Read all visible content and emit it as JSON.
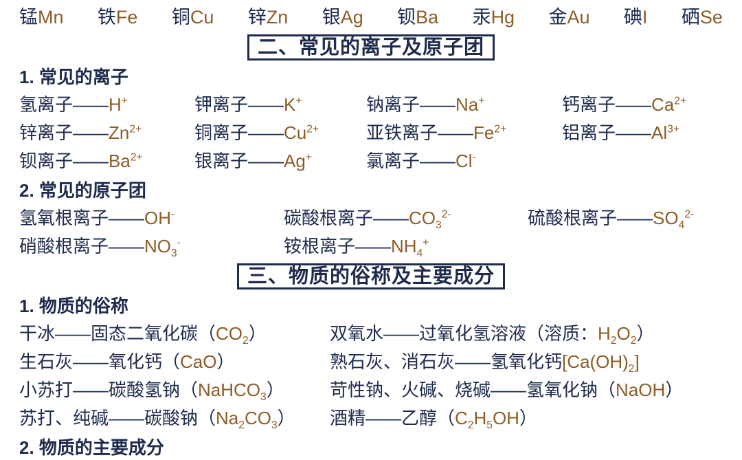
{
  "colors": {
    "navy": "#1e2b4d",
    "brown": "#8d5c26"
  },
  "elements": [
    [
      {
        "c": "cn",
        "r": [
          [
            "t",
            "锰"
          ]
        ]
      },
      {
        "c": "fm",
        "r": [
          [
            "t",
            "Mn"
          ]
        ]
      }
    ],
    [
      {
        "c": "cn",
        "r": [
          [
            "t",
            "铁"
          ]
        ]
      },
      {
        "c": "fm",
        "r": [
          [
            "t",
            "Fe"
          ]
        ]
      }
    ],
    [
      {
        "c": "cn",
        "r": [
          [
            "t",
            "铜"
          ]
        ]
      },
      {
        "c": "fm",
        "r": [
          [
            "t",
            "Cu"
          ]
        ]
      }
    ],
    [
      {
        "c": "cn",
        "r": [
          [
            "t",
            "锌"
          ]
        ]
      },
      {
        "c": "fm",
        "r": [
          [
            "t",
            "Zn"
          ]
        ]
      }
    ],
    [
      {
        "c": "cn",
        "r": [
          [
            "t",
            "银"
          ]
        ]
      },
      {
        "c": "fm",
        "r": [
          [
            "t",
            "Ag"
          ]
        ]
      }
    ],
    [
      {
        "c": "cn",
        "r": [
          [
            "t",
            "钡"
          ]
        ]
      },
      {
        "c": "fm",
        "r": [
          [
            "t",
            "Ba"
          ]
        ]
      }
    ],
    [
      {
        "c": "cn",
        "r": [
          [
            "t",
            "汞"
          ]
        ]
      },
      {
        "c": "fm",
        "r": [
          [
            "t",
            "Hg"
          ]
        ]
      }
    ],
    [
      {
        "c": "cn",
        "r": [
          [
            "t",
            "金"
          ]
        ]
      },
      {
        "c": "fm",
        "r": [
          [
            "t",
            "Au"
          ]
        ]
      }
    ],
    [
      {
        "c": "cn",
        "r": [
          [
            "t",
            "碘"
          ]
        ]
      },
      {
        "c": "fm",
        "r": [
          [
            "t",
            "I"
          ]
        ]
      }
    ],
    [
      {
        "c": "cn",
        "r": [
          [
            "t",
            "硒"
          ]
        ]
      },
      {
        "c": "fm",
        "r": [
          [
            "t",
            "Se"
          ]
        ]
      }
    ]
  ],
  "ions_section": {
    "box_title": "二、常见的离子及原子团",
    "ions_heading": "1. 常见的离子",
    "ion_rows": [
      [
        [
          {
            "c": "cn",
            "r": [
              [
                "t",
                "氢离子——"
              ]
            ]
          },
          {
            "c": "fm",
            "r": [
              [
                "t",
                "H"
              ],
              [
                "p",
                "+"
              ]
            ]
          }
        ],
        [
          {
            "c": "cn",
            "r": [
              [
                "t",
                "钾离子——"
              ]
            ]
          },
          {
            "c": "fm",
            "r": [
              [
                "t",
                "K"
              ],
              [
                "p",
                "+"
              ]
            ]
          }
        ],
        [
          {
            "c": "cn",
            "r": [
              [
                "t",
                "钠离子——"
              ]
            ]
          },
          {
            "c": "fm",
            "r": [
              [
                "t",
                "Na"
              ],
              [
                "p",
                "+"
              ]
            ]
          }
        ],
        [
          {
            "c": "cn",
            "r": [
              [
                "t",
                "钙离子——"
              ]
            ]
          },
          {
            "c": "fm",
            "r": [
              [
                "t",
                "Ca"
              ],
              [
                "p",
                "2+"
              ]
            ]
          }
        ]
      ],
      [
        [
          {
            "c": "cn",
            "r": [
              [
                "t",
                "锌离子——"
              ]
            ]
          },
          {
            "c": "fm",
            "r": [
              [
                "t",
                "Zn"
              ],
              [
                "p",
                "2+"
              ]
            ]
          }
        ],
        [
          {
            "c": "cn",
            "r": [
              [
                "t",
                "铜离子——"
              ]
            ]
          },
          {
            "c": "fm",
            "r": [
              [
                "t",
                "Cu"
              ],
              [
                "p",
                "2+"
              ]
            ]
          }
        ],
        [
          {
            "c": "cn",
            "r": [
              [
                "t",
                "亚铁离子——"
              ]
            ]
          },
          {
            "c": "fm",
            "r": [
              [
                "t",
                "Fe"
              ],
              [
                "p",
                "2+"
              ]
            ]
          }
        ],
        [
          {
            "c": "cn",
            "r": [
              [
                "t",
                "铝离子——"
              ]
            ]
          },
          {
            "c": "fm",
            "r": [
              [
                "t",
                "Al"
              ],
              [
                "p",
                "3+"
              ]
            ]
          }
        ]
      ],
      [
        [
          {
            "c": "cn",
            "r": [
              [
                "t",
                "钡离子——"
              ]
            ]
          },
          {
            "c": "fm",
            "r": [
              [
                "t",
                "Ba"
              ],
              [
                "p",
                "2+"
              ]
            ]
          }
        ],
        [
          {
            "c": "cn",
            "r": [
              [
                "t",
                "银离子——"
              ]
            ]
          },
          {
            "c": "fm",
            "r": [
              [
                "t",
                "Ag"
              ],
              [
                "p",
                "+"
              ]
            ]
          }
        ],
        [
          {
            "c": "cn",
            "r": [
              [
                "t",
                "氯离子——"
              ]
            ]
          },
          {
            "c": "fm",
            "r": [
              [
                "t",
                "Cl"
              ],
              [
                "p",
                "-"
              ]
            ]
          }
        ]
      ]
    ],
    "radicals_heading": "2. 常见的原子团",
    "radical_rows": [
      [
        [
          {
            "c": "cn",
            "r": [
              [
                "t",
                "氢氧根离子——"
              ]
            ]
          },
          {
            "c": "fm",
            "r": [
              [
                "t",
                "OH"
              ],
              [
                "p",
                "-"
              ]
            ]
          }
        ],
        [
          {
            "c": "cn",
            "r": [
              [
                "t",
                "碳酸根离子——"
              ]
            ]
          },
          {
            "c": "fm",
            "r": [
              [
                "t",
                "CO"
              ],
              [
                "s",
                "3"
              ],
              [
                "p",
                "2-"
              ]
            ]
          }
        ],
        [
          {
            "c": "cn",
            "r": [
              [
                "t",
                "硫酸根离子——"
              ]
            ]
          },
          {
            "c": "fm",
            "r": [
              [
                "t",
                "SO"
              ],
              [
                "s",
                "4"
              ],
              [
                "p",
                "2-"
              ]
            ]
          }
        ]
      ],
      [
        [
          {
            "c": "cn",
            "r": [
              [
                "t",
                "硝酸根离子——"
              ]
            ]
          },
          {
            "c": "fm",
            "r": [
              [
                "t",
                "NO"
              ],
              [
                "s",
                "3"
              ],
              [
                "p",
                "-"
              ]
            ]
          }
        ],
        [
          {
            "c": "cn",
            "r": [
              [
                "t",
                "铵根离子——"
              ]
            ]
          },
          {
            "c": "fm",
            "r": [
              [
                "t",
                "NH"
              ],
              [
                "s",
                "4"
              ],
              [
                "p",
                "+"
              ]
            ]
          }
        ]
      ]
    ]
  },
  "aliases_section": {
    "box_title": "三、物质的俗称及主要成分",
    "aliases_heading": "1. 物质的俗称",
    "alias_rows": [
      [
        [
          {
            "c": "cn",
            "r": [
              [
                "t",
                "干冰——固态二氧化碳（"
              ]
            ]
          },
          {
            "c": "fm",
            "r": [
              [
                "t",
                "CO"
              ],
              [
                "s",
                "2"
              ]
            ]
          },
          {
            "c": "cn",
            "r": [
              [
                "t",
                "）"
              ]
            ]
          }
        ],
        [
          {
            "c": "cn",
            "r": [
              [
                "t",
                "双氧水——过氧化氢溶液（溶质："
              ]
            ]
          },
          {
            "c": "fm",
            "r": [
              [
                "t",
                "H"
              ],
              [
                "s",
                "2"
              ],
              [
                "t",
                "O"
              ],
              [
                "s",
                "2"
              ]
            ]
          },
          {
            "c": "cn",
            "r": [
              [
                "t",
                "）"
              ]
            ]
          }
        ]
      ],
      [
        [
          {
            "c": "cn",
            "r": [
              [
                "t",
                "生石灰——氧化钙（"
              ]
            ]
          },
          {
            "c": "fm",
            "r": [
              [
                "t",
                "CaO"
              ]
            ]
          },
          {
            "c": "cn",
            "r": [
              [
                "t",
                "）"
              ]
            ]
          }
        ],
        [
          {
            "c": "cn",
            "r": [
              [
                "t",
                "熟石灰、消石灰——氢氧化钙"
              ]
            ]
          },
          {
            "c": "fm",
            "r": [
              [
                "t",
                "[Ca(OH)"
              ],
              [
                "s",
                "2"
              ],
              [
                "t",
                "]"
              ]
            ]
          }
        ]
      ],
      [
        [
          {
            "c": "cn",
            "r": [
              [
                "t",
                "小苏打——碳酸氢钠（"
              ]
            ]
          },
          {
            "c": "fm",
            "r": [
              [
                "t",
                "NaHCO"
              ],
              [
                "s",
                "3"
              ]
            ]
          },
          {
            "c": "cn",
            "r": [
              [
                "t",
                "）"
              ]
            ]
          }
        ],
        [
          {
            "c": "cn",
            "r": [
              [
                "t",
                "苛性钠、火碱、烧碱——氢氧化钠（"
              ]
            ]
          },
          {
            "c": "fm",
            "r": [
              [
                "t",
                "NaOH"
              ]
            ]
          },
          {
            "c": "cn",
            "r": [
              [
                "t",
                "）"
              ]
            ]
          }
        ]
      ],
      [
        [
          {
            "c": "cn",
            "r": [
              [
                "t",
                "苏打、纯碱——碳酸钠（"
              ]
            ]
          },
          {
            "c": "fm",
            "r": [
              [
                "t",
                "Na"
              ],
              [
                "s",
                "2"
              ],
              [
                "t",
                "CO"
              ],
              [
                "s",
                "3"
              ]
            ]
          },
          {
            "c": "cn",
            "r": [
              [
                "t",
                "）"
              ]
            ]
          }
        ],
        [
          {
            "c": "cn",
            "r": [
              [
                "t",
                "酒精——乙醇（"
              ]
            ]
          },
          {
            "c": "fm",
            "r": [
              [
                "t",
                "C"
              ],
              [
                "s",
                "2"
              ],
              [
                "t",
                "H"
              ],
              [
                "s",
                "5"
              ],
              [
                "t",
                "OH"
              ]
            ]
          },
          {
            "c": "cn",
            "r": [
              [
                "t",
                "）"
              ]
            ]
          }
        ]
      ]
    ],
    "components_heading": "2. 物质的主要成分"
  }
}
